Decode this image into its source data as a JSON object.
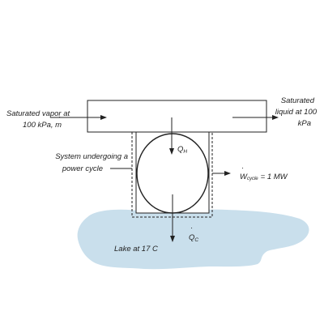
{
  "inlet": {
    "line1": "Saturated vapor at",
    "line2": "100 kPa, m"
  },
  "outlet": {
    "line1": "Saturated",
    "line2": "liquid at 100",
    "line3": "kPa"
  },
  "system": {
    "line1": "System undergoing a",
    "line2": "power cycle"
  },
  "heat_in": {
    "symbol": "Q",
    "subscript": "H"
  },
  "heat_out": {
    "symbol": "Q",
    "subscript": "C"
  },
  "work": {
    "symbol": "W",
    "subscript": "cycle",
    "value": "= 1 MW"
  },
  "lake": {
    "label": "Lake at 17 C"
  },
  "colors": {
    "lake_fill": "#c9dfec",
    "stroke": "#222222",
    "text": "#222222"
  }
}
